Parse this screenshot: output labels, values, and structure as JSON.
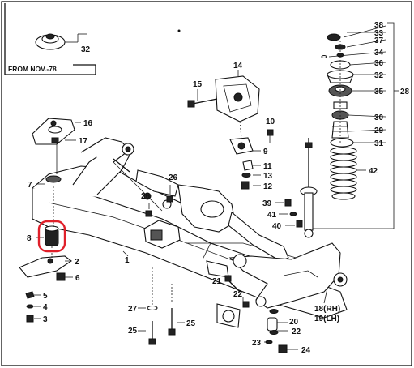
{
  "diagram": {
    "callouts": [
      {
        "id": "c1",
        "text": "1"
      },
      {
        "id": "c2",
        "text": "2"
      },
      {
        "id": "c3",
        "text": "3"
      },
      {
        "id": "c4",
        "text": "4"
      },
      {
        "id": "c5",
        "text": "5"
      },
      {
        "id": "c6",
        "text": "6"
      },
      {
        "id": "c7",
        "text": "7"
      },
      {
        "id": "c8",
        "text": "8"
      },
      {
        "id": "c9",
        "text": "9"
      },
      {
        "id": "c10",
        "text": "10"
      },
      {
        "id": "c11",
        "text": "11"
      },
      {
        "id": "c12",
        "text": "12"
      },
      {
        "id": "c13",
        "text": "13"
      },
      {
        "id": "c14",
        "text": "14"
      },
      {
        "id": "c15",
        "text": "15"
      },
      {
        "id": "c16",
        "text": "16"
      },
      {
        "id": "c17",
        "text": "17"
      },
      {
        "id": "c20",
        "text": "20"
      },
      {
        "id": "c21",
        "text": "21"
      },
      {
        "id": "c22a",
        "text": "22"
      },
      {
        "id": "c22b",
        "text": "22"
      },
      {
        "id": "c23",
        "text": "23"
      },
      {
        "id": "c24",
        "text": "24"
      },
      {
        "id": "c25a",
        "text": "25"
      },
      {
        "id": "c25b",
        "text": "25"
      },
      {
        "id": "c26a",
        "text": "26"
      },
      {
        "id": "c26b",
        "text": "26"
      },
      {
        "id": "c27",
        "text": "27"
      },
      {
        "id": "c28",
        "text": "28"
      },
      {
        "id": "c29",
        "text": "29"
      },
      {
        "id": "c30",
        "text": "30"
      },
      {
        "id": "c31",
        "text": "31"
      },
      {
        "id": "c32a",
        "text": "32"
      },
      {
        "id": "c32b",
        "text": "32"
      },
      {
        "id": "c33",
        "text": "33"
      },
      {
        "id": "c34",
        "text": "34"
      },
      {
        "id": "c35",
        "text": "35"
      },
      {
        "id": "c36",
        "text": "36"
      },
      {
        "id": "c37",
        "text": "37"
      },
      {
        "id": "c38",
        "text": "38"
      },
      {
        "id": "c39",
        "text": "39"
      },
      {
        "id": "c40",
        "text": "40"
      },
      {
        "id": "c41",
        "text": "41"
      },
      {
        "id": "c42",
        "text": "42"
      }
    ],
    "notes": {
      "from_nov": "FROM NOV.-78",
      "rh": "18(RH)",
      "lh": "19(LH)"
    },
    "highlight_color": "#e0202a"
  }
}
